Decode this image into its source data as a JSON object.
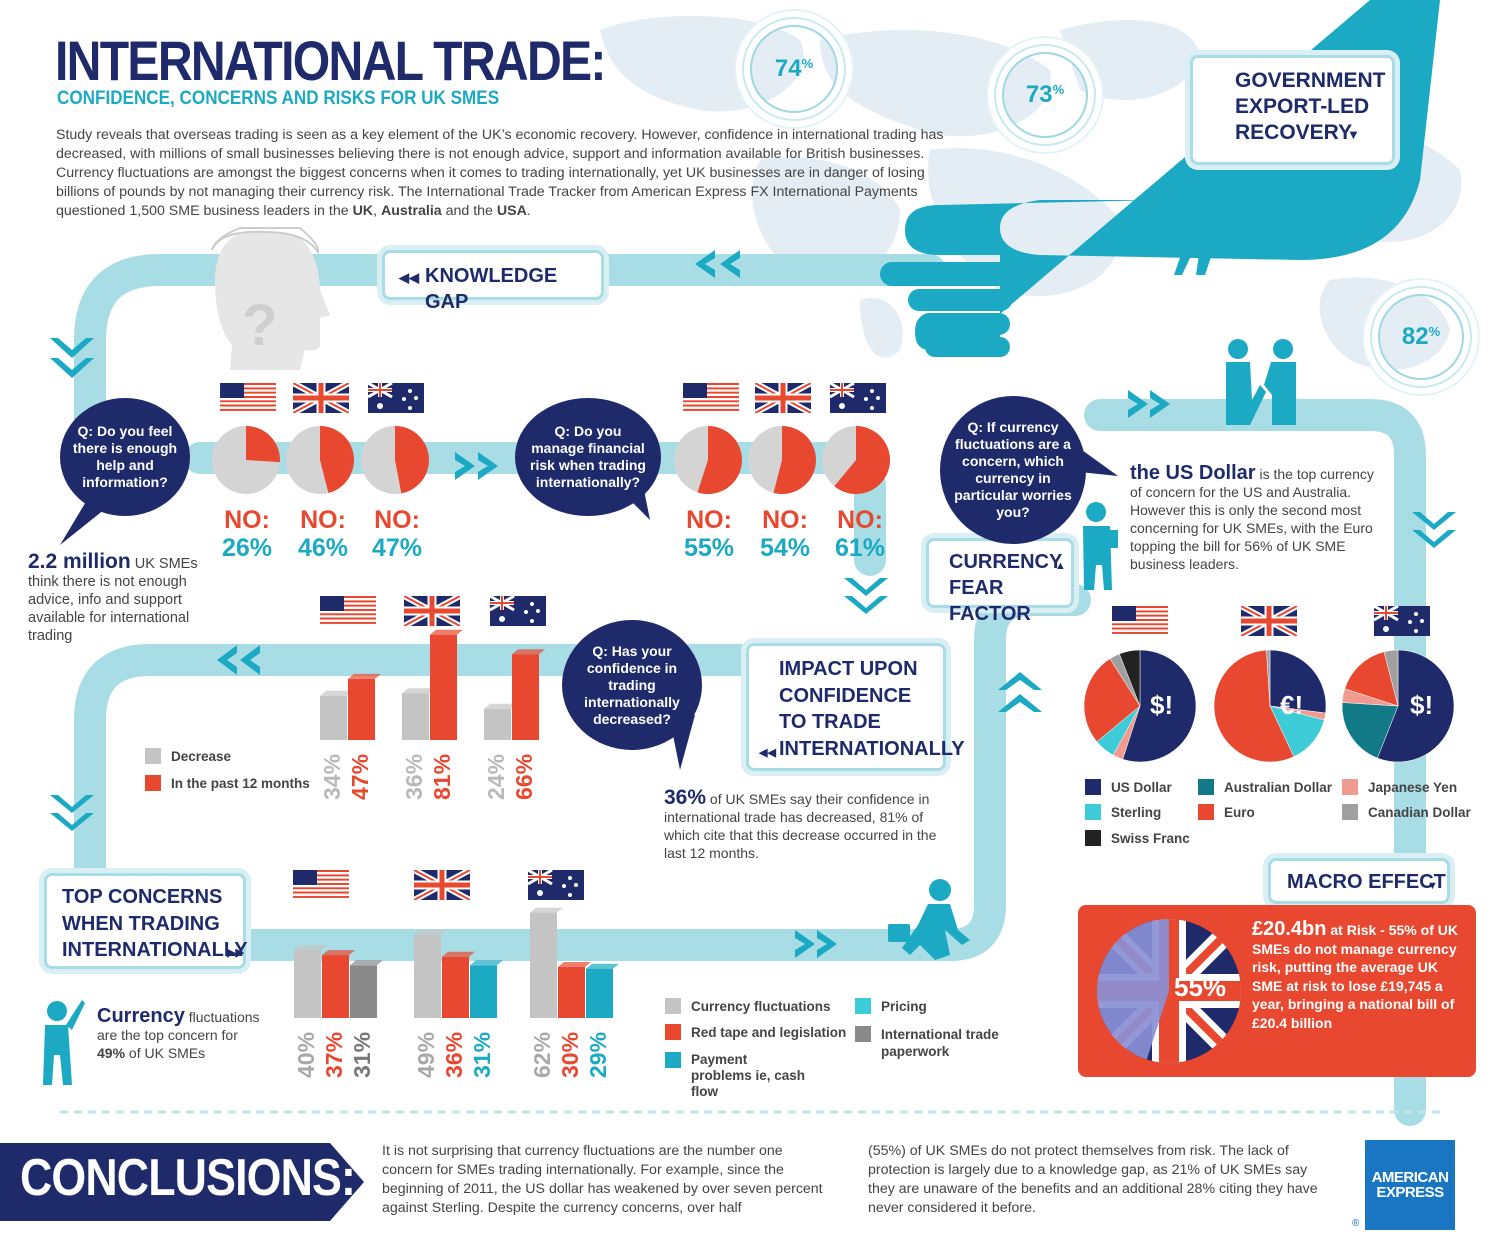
{
  "header": {
    "title": "INTERNATIONAL TRADE:",
    "subtitle": "CONFIDENCE, CONCERNS AND RISKS FOR UK SMES",
    "intro_a": "Study reveals that overseas trading is seen as a key element of the UK’s economic recovery.  However, confidence in international trading has decreased, with millions of small businesses believing there is not enough advice, support and information available for British businesses.  Currency fluctuations are amongst the biggest concerns when it comes to trading internationally, yet UK businesses are in danger of losing billions of pounds by not managing their currency risk.  The International Trade Tracker from American Express FX International Payments questioned 1,500 SME business leaders in the ",
    "intro_uk": "UK",
    "intro_sep": ", ",
    "intro_aus": "Australia",
    "intro_and": " and the ",
    "intro_usa": "USA",
    "intro_end": "."
  },
  "map_stats": {
    "p1": "74",
    "p2": "73",
    "p3": "82",
    "pct_sign": "%"
  },
  "sections": {
    "government": "GOVERNMENT EXPORT-LED RECOVERY",
    "knowledge_gap": "KNOWLEDGE GAP",
    "currency_fear": "CURRENCY FEAR FACTOR",
    "impact": "IMPACT UPON CONFIDENCE TO TRADE INTERNATIONALLY",
    "top_concerns": "TOP CONCERNS WHEN TRADING INTERNATIONALLY",
    "macro": "MACRO EFFECT"
  },
  "questions": {
    "q1": "Q: Do you feel there is enough help and information?",
    "q2": "Q: Do you manage financial risk when trading internationally?",
    "q3": "Q: If currency fluctuations are a concern, which currency in particular worries you?",
    "q4": "Q: Has your confidence in trading internationally decreased?"
  },
  "no_label": "NO:",
  "help_note": {
    "big": "2.2 million",
    "rest": " UK SMEs think there is not enough advice, info and support available for international trading"
  },
  "usd_note": {
    "big": "the US Dollar",
    "rest": " is the top currency of concern for the US and Australia. However this is only the second most concerning for UK SMEs, with the Euro topping the bill for 56% of UK SME business leaders."
  },
  "confidence_note": {
    "big": "36%",
    "rest": " of UK SMEs say their confidence in international trade has decreased, 81% of which cite that this decrease occurred in the last 12 months."
  },
  "currency_note": {
    "big": "Currency",
    "rest": " fluctuations are the top concern for ",
    "pct": "49%",
    "tail": " of UK SMEs"
  },
  "macro_note": {
    "big": "£20.4bn",
    "a": " at Risk - 55% of UK SMEs do not manage currency risk, putting the average UK SME at risk to lose ",
    "b": "£19,745 a year",
    "c": ", bringing a national bill of ",
    "d": "£20.4 billion",
    "pie_label": "55%"
  },
  "currency_symbols": {
    "us": "$!",
    "uk": "€!",
    "au": "$!"
  },
  "conclusions": {
    "title": "CONCLUSIONS:",
    "col1": "It is not surprising that currency fluctuations are the number one concern for SMEs trading internationally. For example, since the beginning of 2011, the US dollar has weakened by over seven percent against Sterling.   Despite the currency concerns, over half",
    "col2": "(55%) of UK SMEs do not protect themselves from risk.  The lack of protection is largely due to a knowledge gap, as 21% of UK SMEs say they are unaware of the benefits and an additional 28% citing they have never considered it before."
  },
  "amex": {
    "l1": "AMERICAN",
    "l2": "EXPRESS",
    "reg": "®"
  },
  "colors": {
    "navy": "#1f2a6b",
    "teal": "#1ba9c4",
    "red": "#e8482f",
    "grey": "#c4c4c4",
    "dark_grey": "#8a8a8a",
    "dark_teal": "#127a86",
    "light_teal": "#3ecbd8",
    "pink": "#f19a8f",
    "light_grey": "#a0a0a0",
    "black": "#222222"
  },
  "chart_data": [
    {
      "type": "pie",
      "title": "Q: Do you feel there is enough help and information?",
      "categories": [
        "US",
        "UK",
        "Australia"
      ],
      "series": [
        {
          "name": "NO:",
          "values": [
            26,
            46,
            47
          ]
        }
      ],
      "display": [
        "26%",
        "46%",
        "47%"
      ]
    },
    {
      "type": "pie",
      "title": "Q: Do you manage financial risk when trading internationally?",
      "categories": [
        "US",
        "UK",
        "Australia"
      ],
      "series": [
        {
          "name": "NO:",
          "values": [
            55,
            54,
            61
          ]
        }
      ],
      "display": [
        "55%",
        "54%",
        "61%"
      ]
    },
    {
      "type": "bar",
      "title": "Q: Has your confidence in trading internationally decreased?",
      "categories": [
        "US",
        "UK",
        "Australia"
      ],
      "series": [
        {
          "name": "Decrease",
          "values": [
            34,
            36,
            24
          ],
          "display": [
            "34%",
            "36%",
            "24%"
          ]
        },
        {
          "name": "In the past 12 months",
          "values": [
            47,
            81,
            66
          ],
          "display": [
            "47%",
            "81%",
            "66%"
          ]
        }
      ]
    },
    {
      "type": "bar",
      "title": "TOP CONCERNS WHEN TRADING INTERNATIONALLY",
      "categories": [
        "US",
        "UK",
        "Australia"
      ],
      "series": [
        {
          "name": "Currency fluctuations",
          "values": [
            40,
            49,
            62
          ],
          "display": [
            "40%",
            "49%",
            "62%"
          ]
        },
        {
          "name": "Red tape and legislation",
          "values": [
            37,
            36,
            30
          ],
          "display": [
            "37%",
            "36%",
            "30%"
          ]
        },
        {
          "name": "Payment problems ie, cash flow",
          "values": [
            null,
            31,
            29
          ],
          "display": [
            "",
            "31%",
            "29%"
          ]
        },
        {
          "name": "Pricing",
          "values": [
            null,
            null,
            null
          ]
        },
        {
          "name": "International trade paperwork",
          "values": [
            31,
            null,
            null
          ],
          "display": [
            "31%",
            "",
            ""
          ]
        }
      ]
    },
    {
      "type": "pie",
      "title": "Q: If currency fluctuations are a concern, which currency in particular worries you?",
      "categories": [
        "US Dollar",
        "Australian Dollar",
        "Japanese Yen",
        "Sterling",
        "Euro",
        "Canadian Dollar",
        "Swiss Franc"
      ],
      "series": [
        {
          "name": "US",
          "values": [
            55,
            0,
            3,
            6,
            27,
            3,
            6
          ]
        },
        {
          "name": "UK",
          "values": [
            27,
            0,
            2,
            14,
            56,
            1,
            0
          ]
        },
        {
          "name": "Australia",
          "values": [
            56,
            20,
            4,
            0,
            16,
            4,
            0
          ]
        }
      ]
    },
    {
      "type": "pie",
      "title": "MACRO EFFECT",
      "categories": [
        "Do not manage currency risk",
        "Other"
      ],
      "values": [
        55,
        45
      ]
    }
  ]
}
